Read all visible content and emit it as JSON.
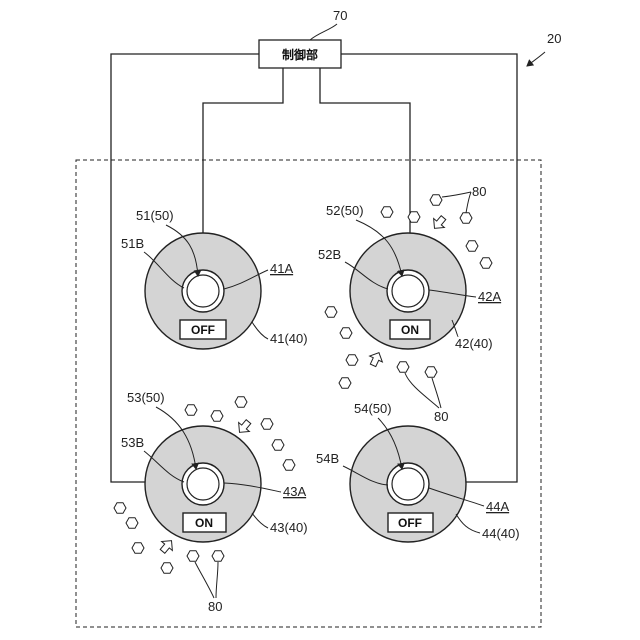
{
  "figure_ref": "20",
  "controller": {
    "ref": "70",
    "label": "制御部"
  },
  "units": [
    {
      "name": "unit-41",
      "light": "41(40)",
      "sensor": "51(50)",
      "wall": "51B",
      "opening": "41A",
      "state": "OFF"
    },
    {
      "name": "unit-42",
      "light": "42(40)",
      "sensor": "52(50)",
      "wall": "52B",
      "opening": "42A",
      "state": "ON"
    },
    {
      "name": "unit-43",
      "light": "43(40)",
      "sensor": "53(50)",
      "wall": "53B",
      "opening": "43A",
      "state": "ON"
    },
    {
      "name": "unit-44",
      "light": "44(40)",
      "sensor": "54(50)",
      "wall": "54B",
      "opening": "44A",
      "state": "OFF"
    }
  ],
  "particles_label": "80",
  "colors": {
    "line": "#222222",
    "disc_fill": "#d4d4d4",
    "background": "#ffffff"
  }
}
